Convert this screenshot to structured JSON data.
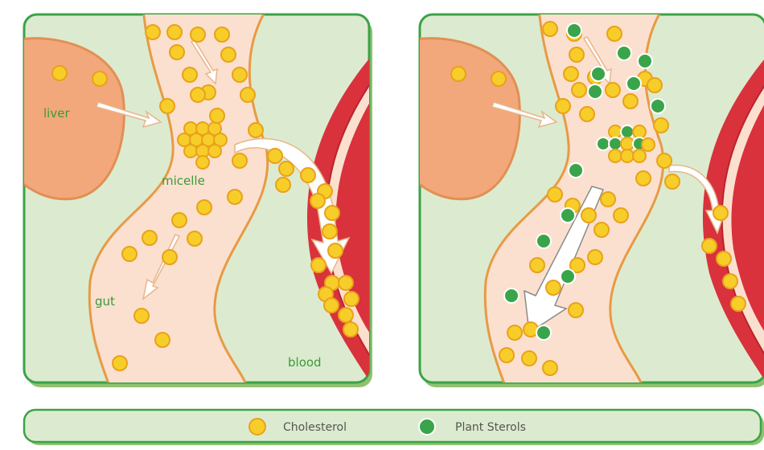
{
  "labels": {
    "liver": "liver",
    "micelle": "micelle",
    "gut": "gut",
    "blood": "blood"
  },
  "legend": {
    "cholesterol": "Cholesterol",
    "plant_sterols": "Plant Sterols"
  },
  "colors": {
    "cholesterol_fill": "#f7cd2a",
    "cholesterol_stroke": "#e9a21a",
    "sterol_fill": "#3aa44a",
    "sterol_stroke": "#ffffff",
    "panel_bg": "#dcebcf",
    "panel_border": "#3aa347",
    "gut_fill": "#fbe0cf",
    "gut_stroke": "#e89a45",
    "liver_fill": "#f2a87a",
    "liver_stroke": "#e28f54",
    "blood_fill": "#d9323c",
    "arrow_fill": "#ffffff",
    "arrow_stroke": "#e8b58a"
  }
}
